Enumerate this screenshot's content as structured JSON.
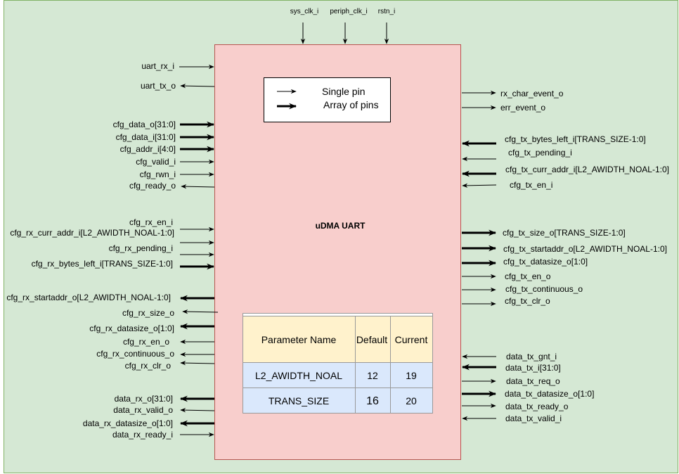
{
  "block_title": "uDMA UART",
  "legend": {
    "single_pin": "Single pin",
    "array_of_pins": "Array of pins"
  },
  "top_signals": [
    "sys_clk_i",
    "periph_clk_i",
    "rstn_i"
  ],
  "left_signals": [
    "uart_rx_i",
    "uart_tx_o",
    "cfg_data_o[31:0]",
    "cfg_data_i[31:0]",
    "cfg_addr_i[4:0]",
    "cfg_valid_i",
    "cfg_rwn_i",
    "cfg_ready_o",
    "cfg_rx_en_i",
    "cfg_rx_curr_addr_i[L2_AWIDTH_NOAL-1:0]",
    "cfg_rx_pending_i",
    "cfg_rx_bytes_left_i[TRANS_SIZE-1:0]",
    "cfg_rx_startaddr_o[L2_AWIDTH_NOAL-1:0]",
    "cfg_rx_size_o",
    "cfg_rx_datasize_o[1:0]",
    "cfg_rx_en_o",
    "cfg_rx_continuous_o",
    "cfg_rx_clr_o",
    "data_rx_o[31:0]",
    "data_rx_valid_o",
    "data_rx_datasize_o[1:0]",
    "data_rx_ready_i"
  ],
  "right_signals": [
    "rx_char_event_o",
    "err_event_o",
    "cfg_tx_bytes_left_i[TRANS_SIZE-1:0]",
    "cfg_tx_pending_i",
    "cfg_tx_curr_addr_i[L2_AWIDTH_NOAL-1:0]",
    "cfg_tx_en_i",
    "cfg_tx_size_o[TRANS_SIZE-1:0]",
    "cfg_tx_startaddr_o[L2_AWIDTH_NOAL-1:0]",
    "cfg_tx_datasize_o[1:0]",
    "cfg_tx_en_o",
    "cfg_tx_continuous_o",
    "cfg_tx_clr_o",
    "data_tx_gnt_i",
    "data_tx_i[31:0]",
    "data_tx_req_o",
    "data_tx_datasize_o[1:0]",
    "data_tx_ready_o",
    "data_tx_valid_i"
  ],
  "param_table": {
    "headers": [
      "Parameter Name",
      "Default",
      "Current"
    ],
    "rows": [
      [
        "L2_AWIDTH_NOAL",
        "12",
        "19"
      ],
      [
        "TRANS_SIZE",
        "16",
        "20"
      ]
    ]
  },
  "colors": {
    "background": "#d5e8d4",
    "background_border": "#82b366",
    "block_fill": "#f8cecc",
    "block_border": "#b85450",
    "table_header_fill": "#fff2cc",
    "table_row_fill": "#dae8fc",
    "table_border": "#999999"
  }
}
